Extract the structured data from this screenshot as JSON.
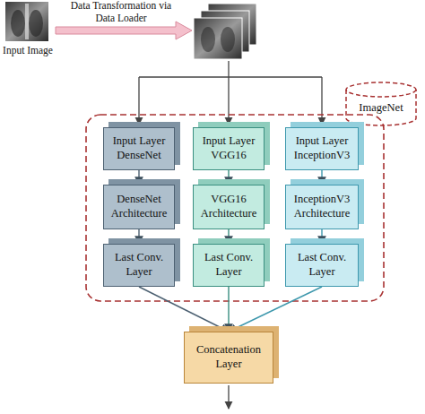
{
  "diagram": {
    "nodes": [
      {
        "text": [
          "ImageNet"
        ]
      },
      {
        "text": [
          "Input Layer DenseNet"
        ]
      },
      {
        "text": [
          "Input Layer VGG16"
        ]
      },
      {
        "text": [
          "Input Layer InceptionV3"
        ]
      },
      {
        "text": [
          "DenseNet Architecture"
        ]
      },
      {
        "text": [
          "VGG16 Architecture"
        ]
      },
      {
        "text": [
          "InceptionV3 Architecture"
        ]
      },
      {
        "text": [
          "Last Conv. Layer"
        ]
      },
      {
        "text": [
          "Last Conv. Layer"
        ]
      },
      {
        "text": [
          "Last Conv. Layer"
        ]
      },
      {
        "text": [
          "Concatenation Layer"
        ]
      }
    ],
    "edges": [
      {
        "from": 1,
        "to": 4,
        "arrow": "to"
      },
      {
        "from": 4,
        "to": 7,
        "arrow": "to"
      },
      {
        "from": 2,
        "to": 5,
        "arrow": "to"
      },
      {
        "from": 5,
        "to": 8,
        "arrow": "to"
      },
      {
        "from": 3,
        "to": 6,
        "arrow": "to"
      },
      {
        "from": 6,
        "to": 9,
        "arrow": "to"
      },
      {
        "from": 7,
        "to": 10,
        "arrow": "to"
      },
      {
        "from": 8,
        "to": 10,
        "arrow": "to"
      },
      {
        "from": 9,
        "to": 10,
        "arrow": "to"
      }
    ],
    "labels": [
      "Input Image",
      "Data Transformation via Data Loader"
    ]
  }
}
